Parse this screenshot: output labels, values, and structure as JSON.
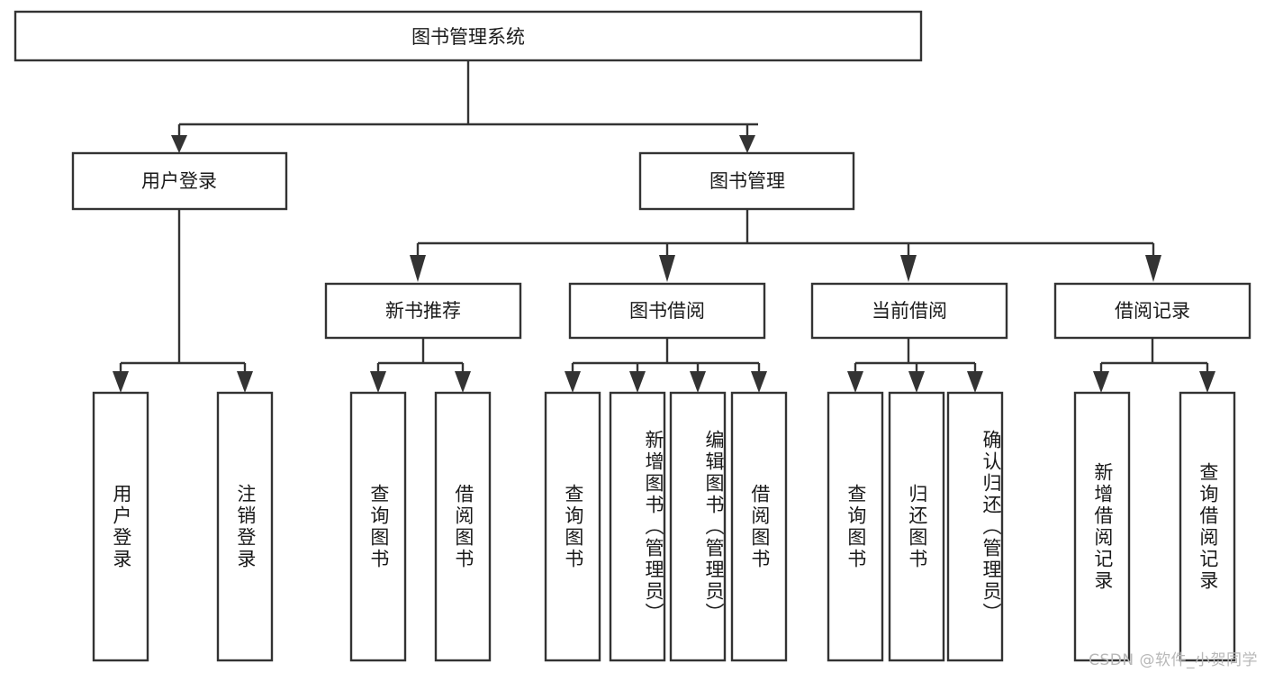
{
  "diagram": {
    "title": "图书管理系统",
    "type": "tree-hierarchy-diagram",
    "root": {
      "label": "图书管理系统"
    },
    "level2": [
      {
        "id": "user-login",
        "label": "用户登录"
      },
      {
        "id": "book-manage",
        "label": "图书管理"
      }
    ],
    "level3": [
      {
        "id": "new-book-recommend",
        "label": "新书推荐",
        "parent": "book-manage"
      },
      {
        "id": "book-borrow",
        "label": "图书借阅",
        "parent": "book-manage"
      },
      {
        "id": "current-borrow",
        "label": "当前借阅",
        "parent": "book-manage"
      },
      {
        "id": "borrow-record",
        "label": "借阅记录",
        "parent": "book-manage"
      }
    ],
    "leaves": [
      {
        "id": "leaf-user-login",
        "label": "用户登录",
        "parent": "user-login"
      },
      {
        "id": "leaf-user-logout",
        "label": "注销登录",
        "parent": "user-login"
      },
      {
        "id": "leaf-query-book-1",
        "label": "查询图书",
        "parent": "new-book-recommend"
      },
      {
        "id": "leaf-borrow-book-1",
        "label": "借阅图书",
        "parent": "new-book-recommend"
      },
      {
        "id": "leaf-query-book-2",
        "label": "查询图书",
        "parent": "book-borrow"
      },
      {
        "id": "leaf-add-book",
        "label": "新增图书（管理员）",
        "parent": "book-borrow"
      },
      {
        "id": "leaf-edit-book",
        "label": "编辑图书（管理员）",
        "parent": "book-borrow"
      },
      {
        "id": "leaf-borrow-book-2",
        "label": "借阅图书",
        "parent": "book-borrow"
      },
      {
        "id": "leaf-query-book-3",
        "label": "查询图书",
        "parent": "current-borrow"
      },
      {
        "id": "leaf-return-book",
        "label": "归还图书",
        "parent": "current-borrow"
      },
      {
        "id": "leaf-confirm-return",
        "label": "确认归还（管理员）",
        "parent": "current-borrow"
      },
      {
        "id": "leaf-add-record",
        "label": "新增借阅记录",
        "parent": "borrow-record"
      },
      {
        "id": "leaf-query-record",
        "label": "查询借阅记录",
        "parent": "borrow-record"
      }
    ]
  },
  "watermark": {
    "text": "CSDN @软件_小贺同学"
  },
  "colors": {
    "stroke": "#333333",
    "box_fill": "#ffffff",
    "text": "#1a1a1a",
    "background": "#ffffff",
    "watermark": "#b8b8b8"
  }
}
